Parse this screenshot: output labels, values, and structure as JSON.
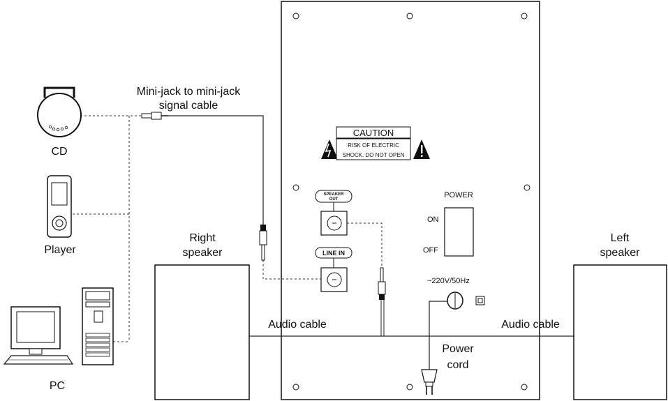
{
  "labels": {
    "cable": [
      "Mini-jack to mini-jack",
      "signal cable"
    ],
    "cd": "CD",
    "player": "Player",
    "pc": "PC",
    "right_speaker": [
      "Right",
      "speaker"
    ],
    "left_speaker": [
      "Left",
      "speaker"
    ],
    "audio_cable_left": "Audio cable",
    "audio_cable_right": "Audio cable",
    "power_cord": [
      "Power",
      "cord"
    ]
  },
  "panel": {
    "caution_title": "CAUTION",
    "caution_line1": "RISK OF ELECTRIC",
    "caution_line2": "SHOCK. DO NOT OPEN",
    "speaker_out": [
      "SPEAKER",
      "OUT"
    ],
    "line_in": "LINE IN",
    "power": "POWER",
    "on": "ON",
    "off": "OFF",
    "voltage": "~220V/50Hz"
  }
}
